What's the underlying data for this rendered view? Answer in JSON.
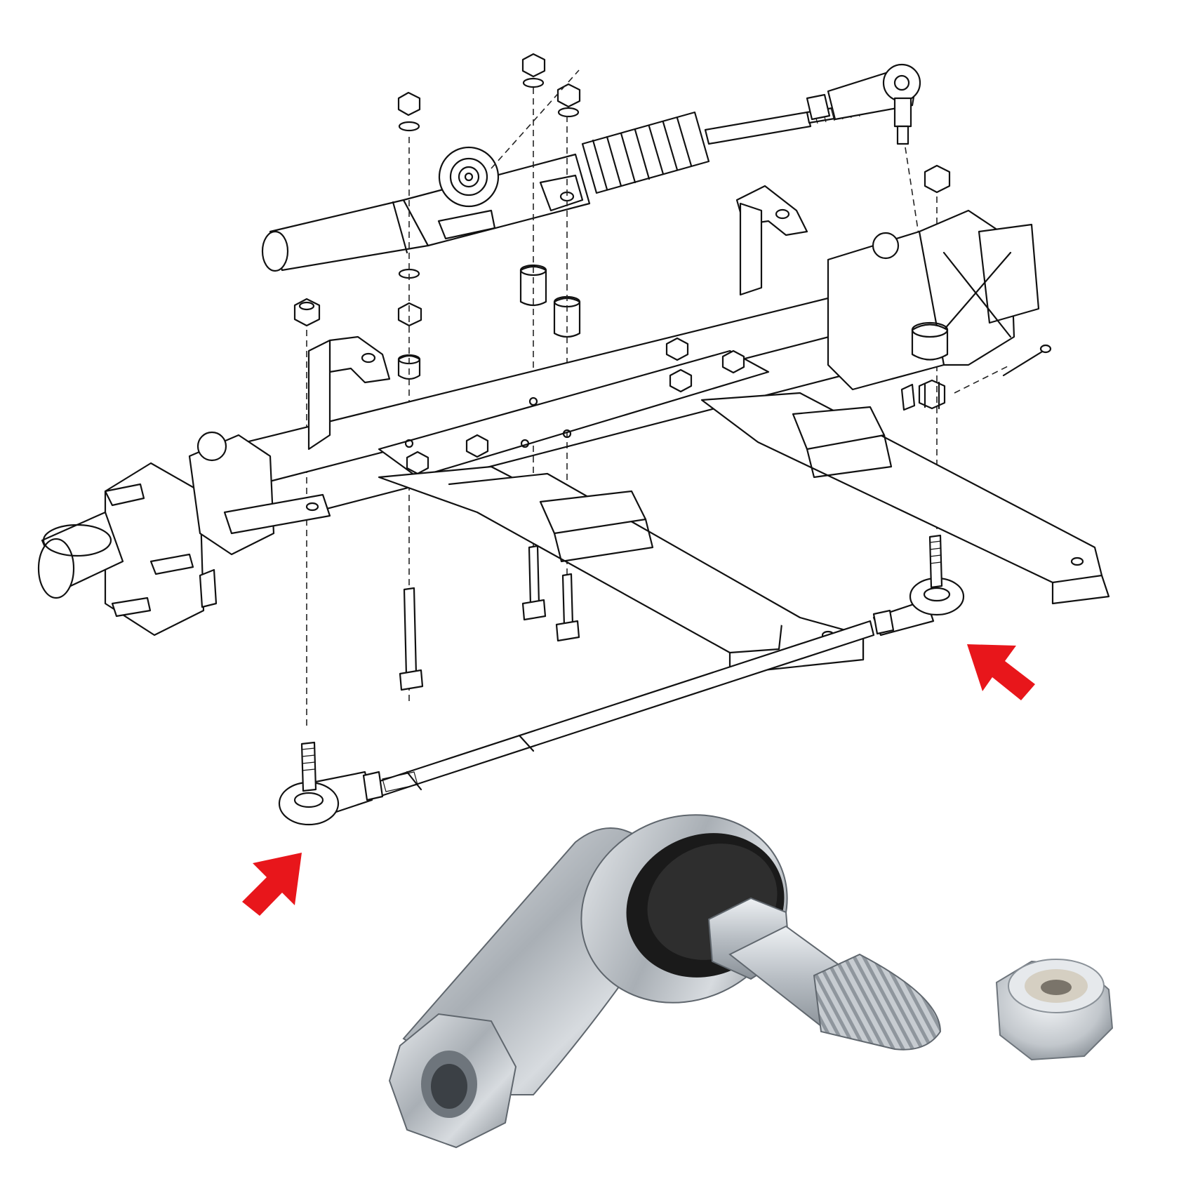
{
  "diagram": {
    "subject": "steering-rack-and-front-axle-exploded-view",
    "colors": {
      "line": "#111111",
      "background": "#ffffff",
      "arrow": "#e8161b",
      "metal": "#bfc3c7",
      "rubber": "#1a1a1a"
    },
    "callout_arrows": [
      {
        "id": "arrow-left-tie-rod-end",
        "points_to": "left-tie-rod-end"
      },
      {
        "id": "arrow-right-tie-rod-end",
        "points_to": "right-tie-rod-end"
      }
    ],
    "photo": {
      "items": [
        "tie-rod-end",
        "nylon-lock-nut"
      ]
    }
  }
}
